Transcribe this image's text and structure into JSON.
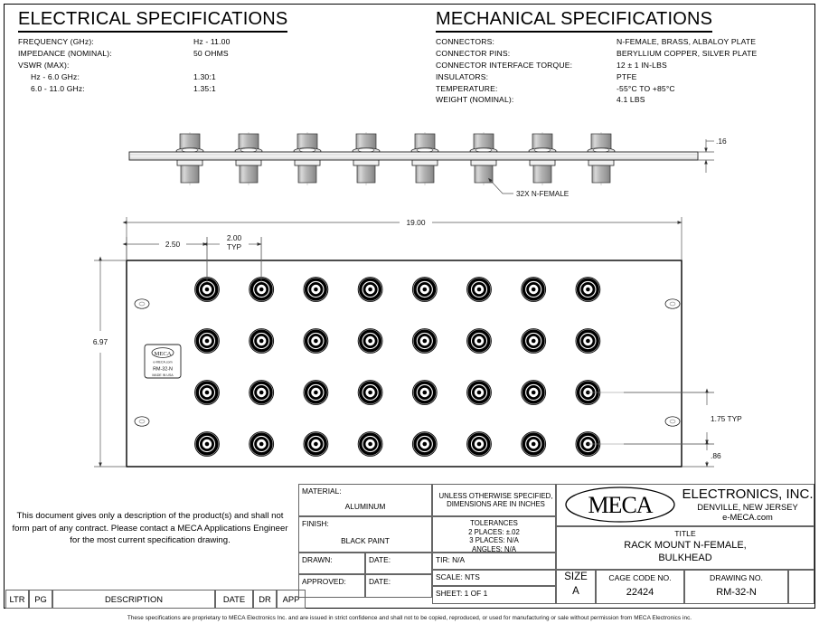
{
  "electrical": {
    "heading": "ELECTRICAL SPECIFICATIONS",
    "rows": [
      {
        "key": "FREQUENCY (GHz):",
        "value": "Hz - 11.00",
        "indent": false
      },
      {
        "key": "IMPEDANCE (NOMINAL):",
        "value": "50 OHMS",
        "indent": false
      },
      {
        "key": "VSWR (MAX):",
        "value": "",
        "indent": false
      },
      {
        "key": "Hz - 6.0 GHz:",
        "value": "1.30:1",
        "indent": true
      },
      {
        "key": "6.0 - 11.0 GHz:",
        "value": "1.35:1",
        "indent": true
      }
    ]
  },
  "mechanical": {
    "heading": "MECHANICAL SPECIFICATIONS",
    "rows": [
      {
        "key": "CONNECTORS:",
        "value": "N-FEMALE, BRASS, ALBALOY PLATE"
      },
      {
        "key": "CONNECTOR PINS:",
        "value": "BERYLLIUM COPPER, SILVER PLATE"
      },
      {
        "key": "CONNECTOR INTERFACE TORQUE:",
        "value": "12 ± 1 IN-LBS"
      },
      {
        "key": "INSULATORS:",
        "value": "PTFE"
      },
      {
        "key": "TEMPERATURE:",
        "value": "-55°C TO +85°C"
      },
      {
        "key": "WEIGHT (NOMINAL):",
        "value": "4.1 LBS"
      }
    ]
  },
  "side_view": {
    "thickness_dim": ".16",
    "callout": "32X N-FEMALE",
    "connector_count": 8
  },
  "front_view": {
    "width_dim": "19.00",
    "height_dim": "6.97",
    "first_col_dim": "2.50",
    "pitch_dim": "2.00",
    "pitch_note": "TYP",
    "row_pitch_dim": "1.75 TYP",
    "bottom_offset_dim": ".86",
    "columns": 8,
    "rows": 4,
    "label": {
      "logo": "MECA",
      "site": "e-MECA.com",
      "part": "RM-32-N",
      "origin": "MADE IN USA"
    }
  },
  "disclaimer": "This document gives only a description of the product(s) and shall not form part of any contract. Please contact a MECA Applications Engineer for the most current specification drawing.",
  "revision_table": {
    "headers": [
      "LTR",
      "PG",
      "DESCRIPTION",
      "DATE",
      "DR",
      "APP"
    ]
  },
  "title_block": {
    "material_label": "MATERIAL:",
    "material_value": "ALUMINUM",
    "finish_label": "FINISH:",
    "finish_value": "BLACK PAINT",
    "drawn_label": "DRAWN:",
    "drawn_date_label": "DATE:",
    "approved_label": "APPROVED:",
    "approved_date_label": "DATE:",
    "units_note": "UNLESS OTHERWISE SPECIFIED, DIMENSIONS ARE IN INCHES",
    "tolerances_heading": "TOLERANCES",
    "tolerances": [
      "2 PLACES: ±.02",
      "3 PLACES: N/A",
      "ANGLES: N/A"
    ],
    "tir": "TIR: N/A",
    "scale": "SCALE: NTS",
    "sheet": "SHEET: 1 OF 1",
    "size_label": "SIZE",
    "size_value": "A",
    "cage_label": "CAGE CODE NO.",
    "cage_value": "22424",
    "drawing_label": "DRAWING NO.",
    "drawing_value": "RM-32-N",
    "company_logo": "MECA",
    "company_name": "ELECTRONICS, INC.",
    "company_city": "DENVILLE, NEW JERSEY",
    "company_site": "e-MECA.com",
    "title_label": "TITLE",
    "title_line1": "RACK MOUNT N-FEMALE,",
    "title_line2": "BULKHEAD"
  },
  "footer": "These specifications are proprietary to MECA Electronics Inc. and are  issued in strict confidence and shall not to be copied, reproduced, or used for manufacturing or sale without permission from MECA Electronics inc."
}
